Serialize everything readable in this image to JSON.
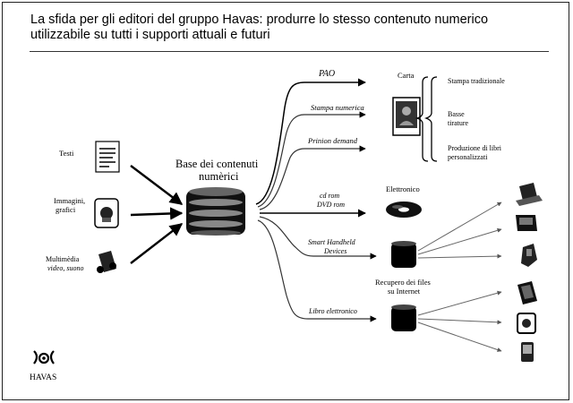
{
  "title_line1": "La sfida per gli editori del gruppo Havas: produrre lo stesso contenuto numerico",
  "title_line2": "utilizzabile su tutti i supporti attuali e futuri",
  "inputs": {
    "testi": "Testi",
    "immagini_1": "Immagini,",
    "immagini_2": "grafici",
    "multimedia_1": "Multimèdia",
    "multimedia_2": "video, suono"
  },
  "central_1": "Base dei contenuti",
  "central_2": "numèrici",
  "channels": {
    "pao": "PAO",
    "stampa_numerica": "Stampa numerica",
    "print_on_demand": "Prinion demand",
    "cdrom": "cd rom",
    "dvdrom": "DVD rom",
    "smart_1": "Smart Handheld",
    "smart_2": "Devices",
    "libro": "Libro elettronico"
  },
  "targets": {
    "carta": "Carta",
    "elettronico": "Elettronico",
    "recupero_1": "Recupero dei files",
    "recupero_2": "su Internet"
  },
  "paper_outputs": {
    "stampa_tradizionale": "Stampa tradizionale",
    "basse_1": "Basse",
    "basse_2": "tirature",
    "produzione_1": "Produzione di libri",
    "produzione_2": "personalizzati"
  },
  "logo_text": "HAVAS",
  "colors": {
    "ink": "#000000",
    "frame": "#222222"
  }
}
